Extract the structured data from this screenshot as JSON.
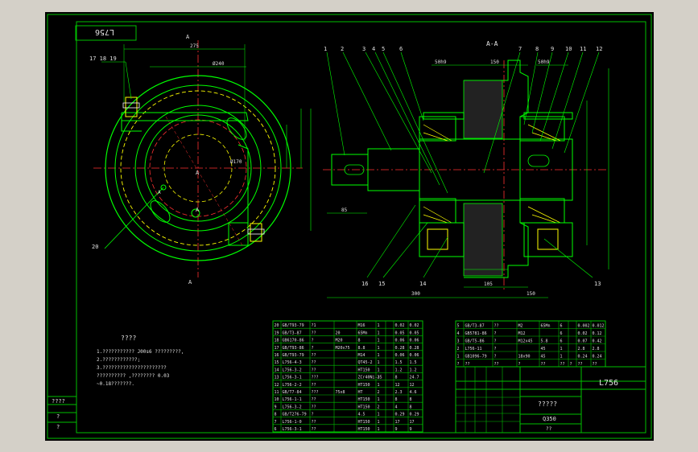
{
  "drawing": {
    "code_box": "L756",
    "code_title": "L756",
    "section_label": "A-A",
    "section_mark": "A",
    "view_mark": "A",
    "center_mark": "A",
    "bottom_mark": "A",
    "top_mark": "A",
    "notes_title": "????",
    "notes": [
      "1.??????????? J00s6 ?????????,",
      "2.????????????;",
      "3.??????????????????????",
      "  ?????????? ,???????? 0.03",
      "  ~0.18???????."
    ],
    "title_block": {
      "name": "?????",
      "material": "Q350",
      "small": "??"
    },
    "left_strip": [
      "????",
      "?",
      "?"
    ],
    "callouts_top": [
      "1",
      "2",
      "3",
      "4",
      "5",
      "6",
      "7",
      "8",
      "9",
      "10",
      "11",
      "12"
    ],
    "callouts_bottom": [
      "16",
      "15",
      "14",
      "13"
    ],
    "callouts_left": [
      "17 18 19",
      "20"
    ],
    "dims": {
      "d1": "275",
      "d2": "Ø240",
      "d3": "Ø170",
      "d4": "150",
      "d5": "300",
      "d6": "150",
      "d7": "105",
      "d8": "85",
      "d9": "50h9",
      "d10": "50h9"
    }
  },
  "bom_left": [
    [
      "20",
      "GB/T93-79",
      "?1",
      "",
      "M16",
      "1",
      "",
      "0.02",
      "0.02"
    ],
    [
      "19",
      "GB/T3-87",
      "??",
      "20",
      "65Mn",
      "1",
      "",
      "0.05",
      "0.05"
    ],
    [
      "18",
      "GB6170-86",
      "?",
      "M20",
      "8",
      "1",
      "",
      "0.06",
      "0.06"
    ],
    [
      "17",
      "GB/T93-86",
      "?",
      "M20x75",
      "8.8",
      "1",
      "",
      "0.28",
      "0.28"
    ],
    [
      "16",
      "GB/T93-79",
      "??",
      "",
      "M14",
      "1",
      "",
      "0.06",
      "0.06"
    ],
    [
      "15",
      "L756-4-3",
      "??",
      "",
      "QT45-2",
      "1",
      "",
      "1.5",
      "1.5"
    ],
    [
      "14",
      "L756-3-2",
      "??",
      "",
      "HT150",
      "1",
      "",
      "1.2",
      "1.2"
    ],
    [
      "13",
      "L756-3-1",
      "???",
      "",
      "ZCr40Ni-35",
      "2",
      "",
      "8",
      "24.7"
    ],
    [
      "12",
      "L756-2-2",
      "??",
      "",
      "HT150",
      "1",
      "",
      "12",
      "12"
    ],
    [
      "11",
      "GB/T7-84",
      "???",
      "75x8",
      "HT",
      "2",
      "",
      "2.3",
      "4.6"
    ],
    [
      "10",
      "L756-1-1",
      "??",
      "",
      "HT150",
      "1",
      "",
      "8",
      "8"
    ],
    [
      "9",
      "L756-3-2",
      "??",
      "",
      "HT150",
      "2",
      "",
      "4",
      "8"
    ],
    [
      "8",
      "GB/T276-79",
      "?",
      "",
      "4.5",
      "1",
      "",
      "0.29",
      "0.29"
    ],
    [
      "7",
      "L756-1-0",
      "??",
      "",
      "HT150",
      "1",
      "",
      "17",
      "17"
    ],
    [
      "6",
      "L756-3-1",
      "??",
      "",
      "HT150",
      "1",
      "",
      "9",
      "9"
    ]
  ],
  "bom_right": [
    [
      "5",
      "GB/T3-87",
      "??",
      "M2",
      "65Mn",
      "6",
      "",
      "0.002",
      "0.012"
    ],
    [
      "4",
      "GB5781-86",
      "?",
      "M12",
      "",
      "6",
      "",
      "0.02",
      "0.12"
    ],
    [
      "3",
      "GB/T5-86",
      "?",
      "M12x45",
      "5.8",
      "6",
      "",
      "0.07",
      "0.42"
    ],
    [
      "2",
      "L756-11",
      "?",
      "",
      "45",
      "1",
      "",
      "2.8",
      "2.8"
    ],
    [
      "1",
      "GB1096-79",
      "?",
      "18x90",
      "45",
      "1",
      "",
      "0.24",
      "0.24"
    ],
    [
      "?",
      "??",
      "??",
      "?",
      "??",
      "??",
      "?",
      "??",
      "??"
    ]
  ]
}
